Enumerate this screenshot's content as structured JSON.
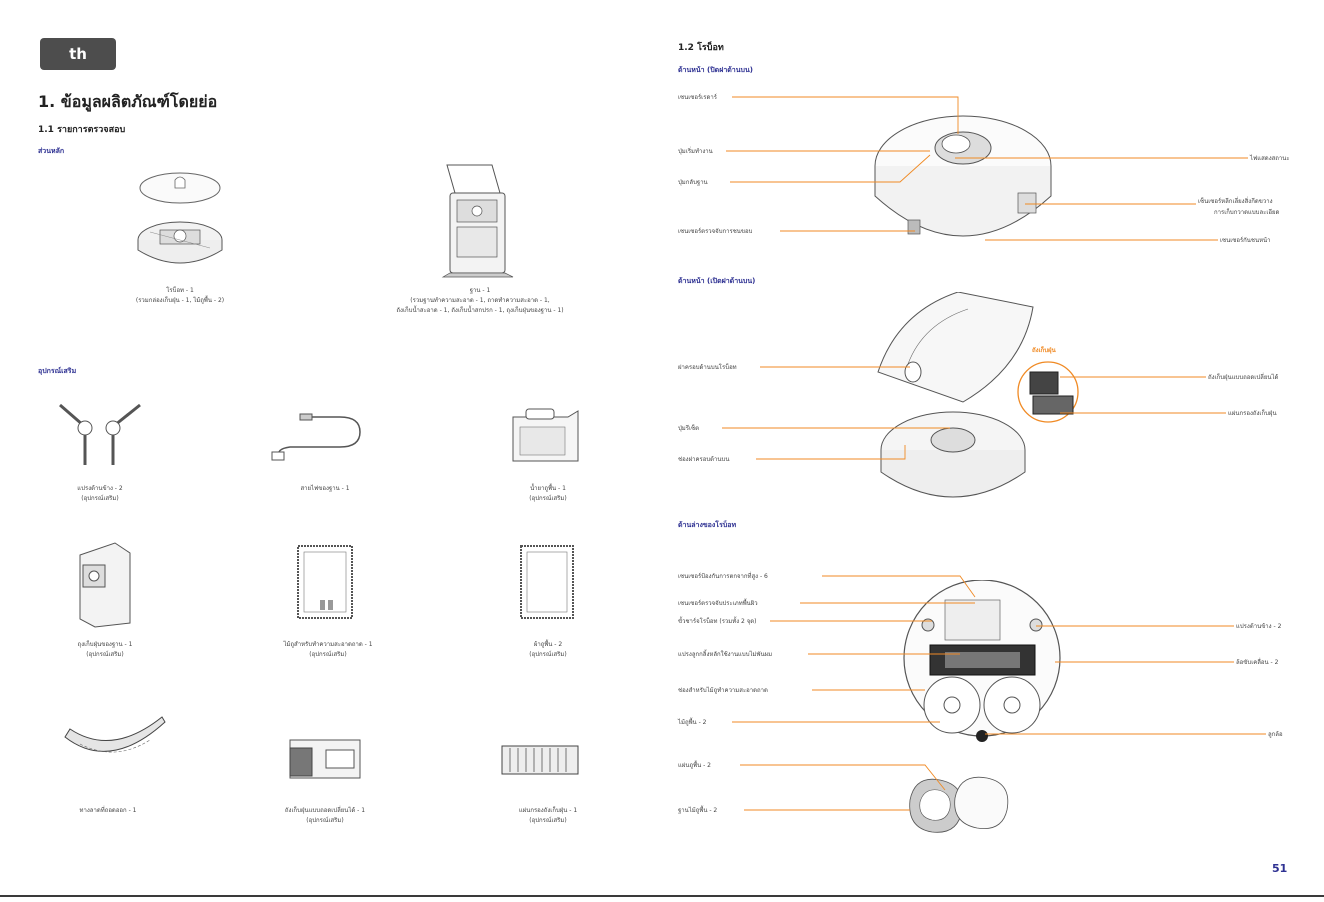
{
  "left": {
    "lang_badge": "th",
    "title": "1. ข้อมูลผลิตภัณฑ์โดยย่อ",
    "section_1_1": "1.1 รายการตรวจสอบ",
    "main_unit_heading": "ส่วนหลัก",
    "robot_caption": [
      "โรบ็อท - 1",
      "(รวมกล่องเก็บฝุ่น - 1, ไม้ถูพื้น - 2)"
    ],
    "base_caption": [
      "ฐาน - 1",
      "(รวมฐานทำความสะอาด - 1, ถาดทำความสะอาด - 1,",
      "ถังเก็บน้ำสะอาด - 1, ถังเก็บน้ำสกปรก - 1, ถุงเก็บฝุ่นของฐาน - 1)"
    ],
    "accessories_heading": "อุปกรณ์เสริม",
    "accessories": [
      {
        "name": "side-brush",
        "caption": [
          "แปรงด้านข้าง - 2",
          "(อุปกรณ์เสริม)"
        ]
      },
      {
        "name": "power-cord",
        "caption": [
          "สายไฟของฐาน - 1"
        ]
      },
      {
        "name": "water-tank",
        "caption": [
          "น้ำยาถูพื้น - 1",
          "(อุปกรณ์เสริม)"
        ]
      },
      {
        "name": "dust-bag",
        "caption": [
          "ถุงเก็บฝุ่นของฐาน - 1",
          "(อุปกรณ์เสริม)"
        ]
      },
      {
        "name": "cleaning-cloth-pad",
        "caption": [
          "ไม้ถูสำหรับทำความสะอาดถาด - 1",
          "(อุปกรณ์เสริม)"
        ]
      },
      {
        "name": "mop-cloth",
        "caption": [
          "ผ้าถูพื้น - 2",
          "(อุปกรณ์เสริม)"
        ]
      },
      {
        "name": "ramp",
        "caption": [
          "ทางลาดที่ถอดออก - 1"
        ]
      },
      {
        "name": "dustbin-module",
        "caption": [
          "ถังเก็บฝุ่นแบบถอดเปลี่ยนได้ - 1",
          "(อุปกรณ์เสริม)"
        ]
      },
      {
        "name": "filter",
        "caption": [
          "แผ่นกรองถังเก็บฝุ่น - 1",
          "(อุปกรณ์เสริม)"
        ]
      }
    ]
  },
  "right": {
    "section_1_2": "1.2 โรบ็อท",
    "top_view_heading": "ด้านหน้า (ปิดฝาด้านบน)",
    "top_labels_left": [
      "เซนเซอร์เรดาร์",
      "ปุ่มเริ่มทำงาน",
      "ปุ่มกลับฐาน",
      "เซนเซอร์ตรวจจับการชนขอบ"
    ],
    "top_labels_right": [
      "ไฟแสดงสถานะ",
      "เซ็นเซอร์หลีกเลี่ยงสิ่งกีดขวาง",
      "การเก็บกวาดแบบละเอียด",
      "เซนเซอร์กันชนหน้า"
    ],
    "open_view_heading": "ด้านหน้า (เปิดฝาด้านบน)",
    "open_labels_left": [
      "ฝาครอบด้านบนโรบ็อท",
      "ปุ่มรีเซ็ต",
      "ช่องฝาครอบด้านบน"
    ],
    "open_callout": "ถังเก็บฝุ่น",
    "open_labels_right": [
      "ถังเก็บฝุ่นแบบถอดเปลี่ยนได้",
      "แผ่นกรองถังเก็บฝุ่น"
    ],
    "bottom_view_heading": "ด้านล่างของโรบ็อท",
    "bottom_labels_left": [
      "เซนเซอร์ป้องกันการตกจากที่สูง - 6",
      "เซนเซอร์ตรวจจับประเภทพื้นผิว",
      "ขั้วชาร์จโรบ็อท (รวมทั้ง 2 จุด)",
      "แปรงลูกกลิ้งหลักใช้งานแบบไม่พันผม",
      "ช่องสำหรับไม้ถูทำความสะอาดถาด",
      "ไม้ถูพื้น - 2",
      "แผ่นถูพื้น - 2",
      "ฐานไม้ถูพื้น - 2"
    ],
    "bottom_labels_right": [
      "แปรงด้านข้าง - 2",
      "ล้อขับเคลื่อน - 2",
      "ลูกล้อ"
    ],
    "page_number": "51"
  }
}
